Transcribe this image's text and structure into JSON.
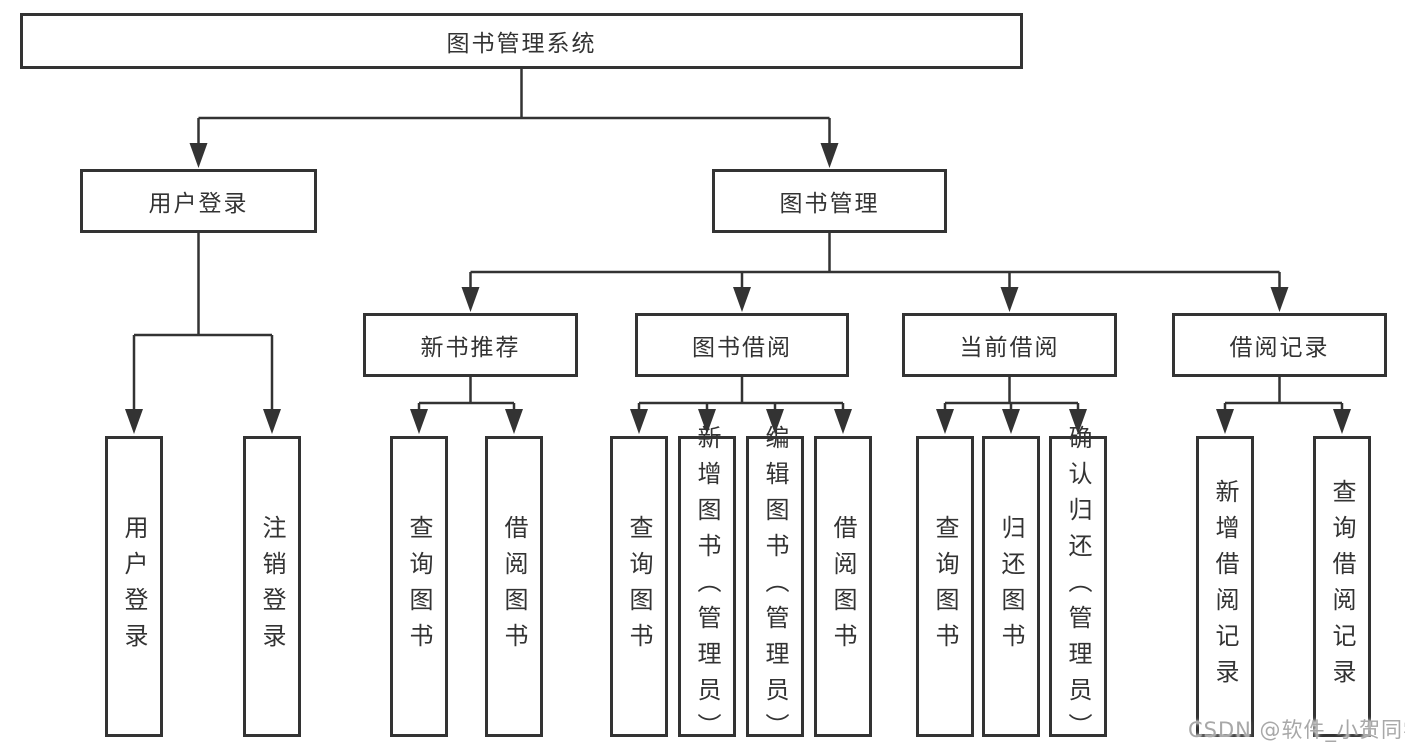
{
  "diagram": {
    "root": {
      "label": "图书管理系统"
    },
    "login": {
      "label": "用户登录",
      "children": [
        "用户登录",
        "注销登录"
      ]
    },
    "management": {
      "label": "图书管理",
      "sections": [
        {
          "label": "新书推荐",
          "children": [
            "查询图书",
            "借阅图书"
          ]
        },
        {
          "label": "图书借阅",
          "children": [
            "查询图书",
            "新增图书（管理员）",
            "编辑图书（管理员）",
            "借阅图书"
          ]
        },
        {
          "label": "当前借阅",
          "children": [
            "查询图书",
            "归还图书",
            "确认归还（管理员）"
          ]
        },
        {
          "label": "借阅记录",
          "children": [
            "新增借阅记录",
            "查询借阅记录"
          ]
        }
      ]
    }
  },
  "watermark": {
    "text": "CSDN @软件_小贺同学"
  },
  "colors": {
    "line": "#333333",
    "border": "#333333",
    "text": "#333333",
    "background": "#ffffff",
    "watermark": "#a8a8a8"
  }
}
